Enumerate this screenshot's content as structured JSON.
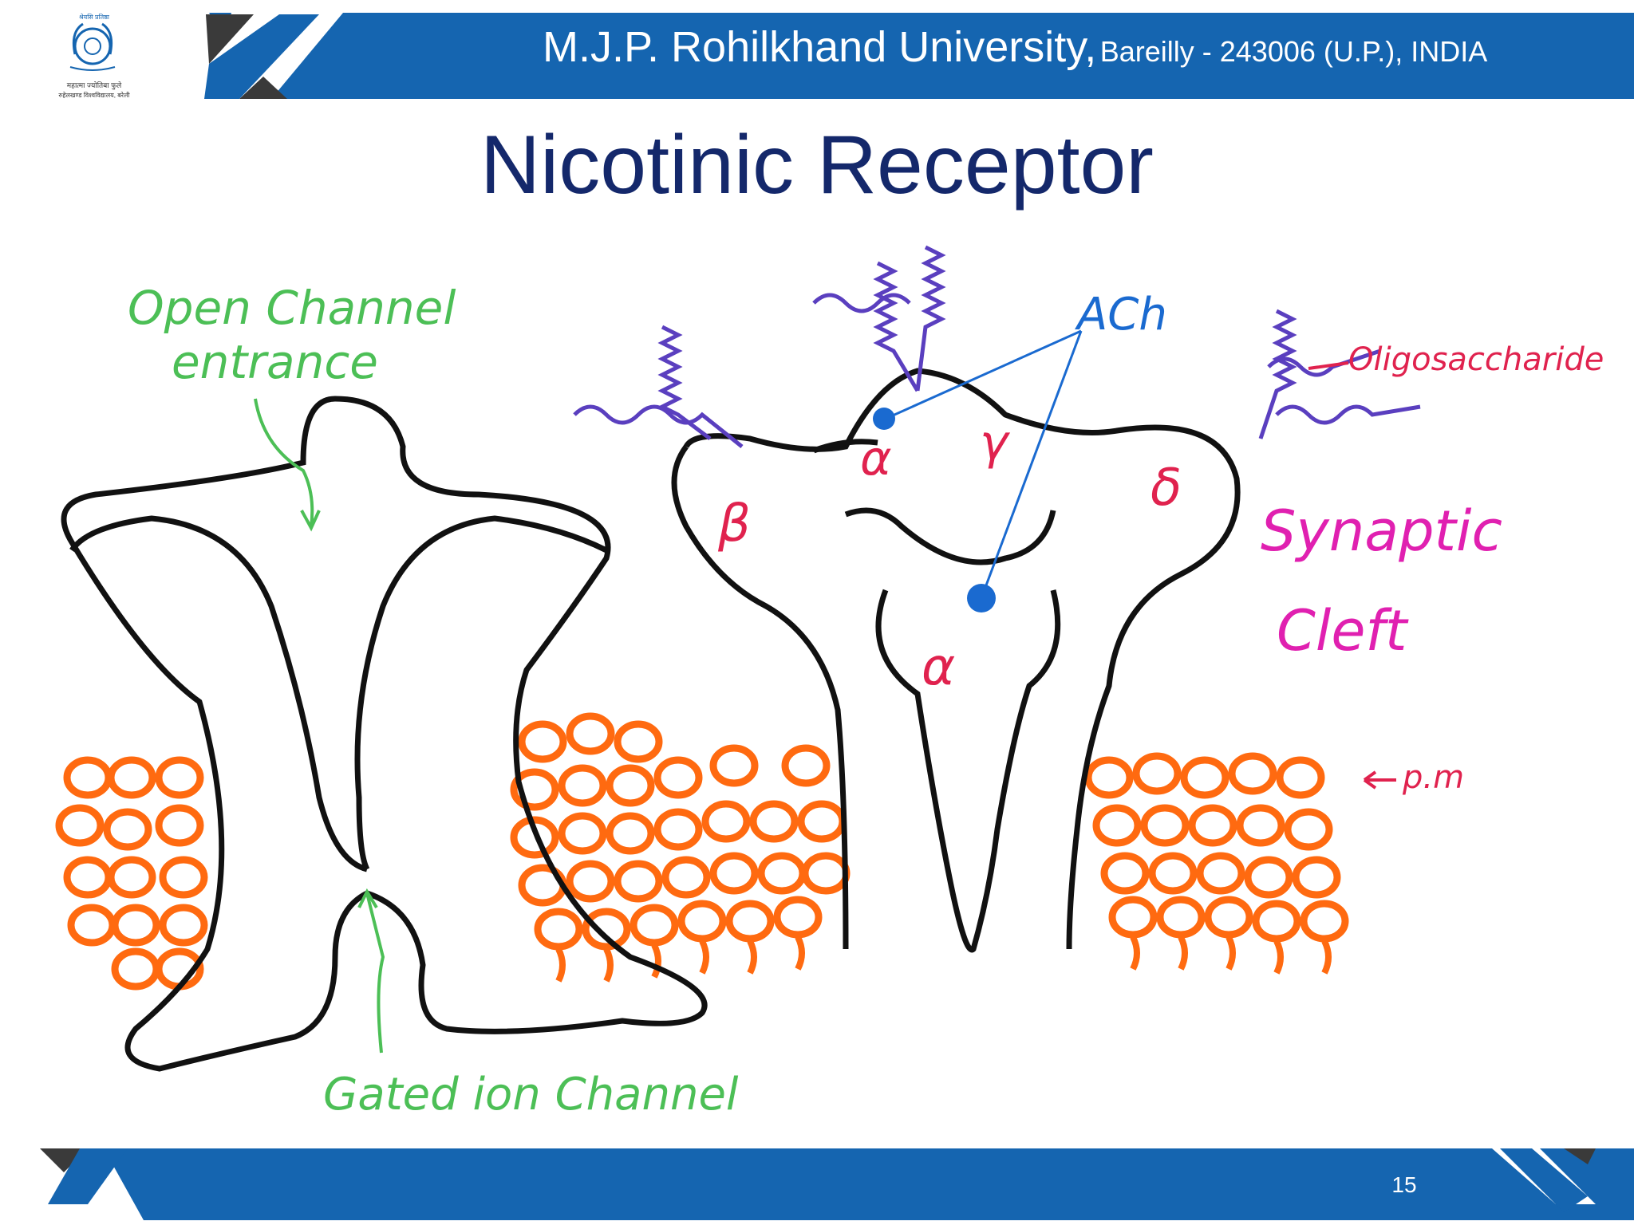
{
  "header": {
    "university_name": "M.J.P. Rohilkhand University,",
    "location": "Bareilly - 243006 (U.P.), INDIA",
    "logo_text_line1": "महात्मा ज्योतिबा फुले",
    "logo_text_line2": "रुहेलखण्ड विश्वविद्यालय, बरेली",
    "logo_arc_text": "श्रेयसि प्रतिष्ठा"
  },
  "slide": {
    "title": "Nicotinic Receptor",
    "page_number": "15"
  },
  "diagram": {
    "labels": {
      "open_channel_line1": "Open Channel",
      "open_channel_line2": "entrance",
      "gated_ion_channel": "Gated ion Channel",
      "ach": "ACh",
      "oligosaccharide": "Oligosaccharide",
      "synaptic_line1": "Synaptic",
      "synaptic_line2": "Cleft",
      "pm": "p.m",
      "alpha_top": "α",
      "gamma": "γ",
      "beta": "β",
      "delta": "δ",
      "alpha_bottom": "α"
    }
  },
  "colors": {
    "band_blue": "#1565b0",
    "band_dark": "#3a3a3a",
    "title_navy": "#14286b",
    "label_green": "#4cbf56",
    "label_purple": "#5a3fbf",
    "label_blue": "#1a6ad0",
    "label_red": "#e0224e",
    "label_magenta": "#e020b0",
    "membrane_orange": "#ff6a10"
  }
}
